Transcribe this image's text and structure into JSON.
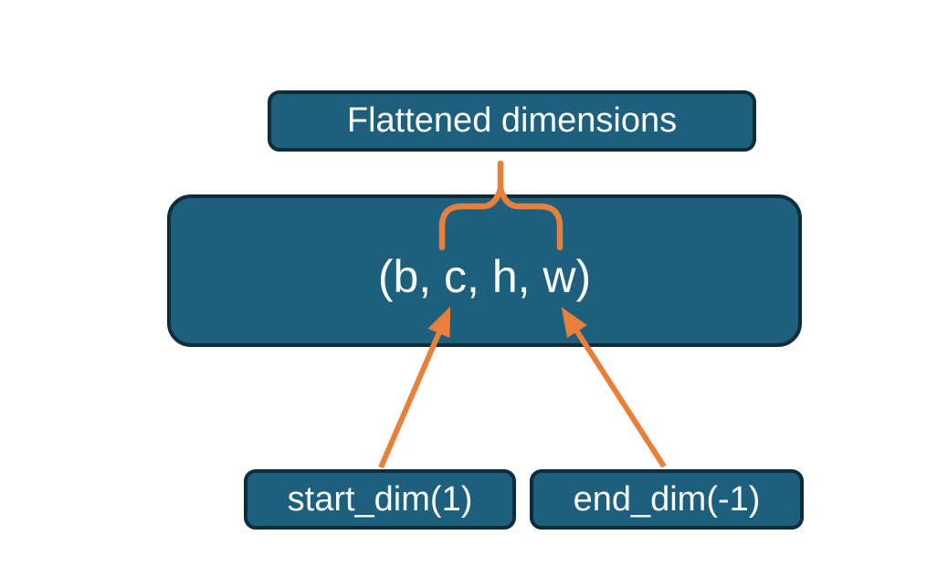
{
  "diagram": {
    "nodes": {
      "flattened": {
        "label": "Flattened dimensions"
      },
      "tuple": {
        "label": "(b, c, h, w)"
      },
      "start_dim": {
        "label": "start_dim(1)"
      },
      "end_dim": {
        "label": "end_dim(-1)"
      }
    },
    "connectors": {
      "brace": "curly-brace grouping c and h dimensions, pointing up to Flattened dimensions",
      "arrow_left": "arrow from start_dim(1) to c dimension",
      "arrow_right": "arrow from end_dim(-1) to w dimension"
    },
    "colors": {
      "background": "#ffffff",
      "node_fill": "#1e5f7e",
      "node_border": "#0e2d3a",
      "accent_orange": "#e8803c",
      "text": "#f7fbfc"
    }
  }
}
